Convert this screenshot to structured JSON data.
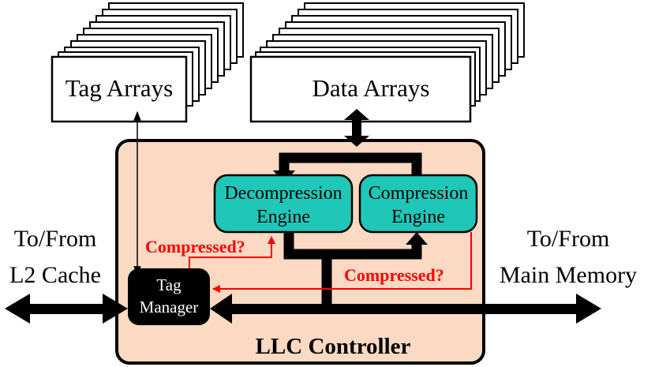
{
  "diagram": {
    "tag_arrays_label": "Tag Arrays",
    "data_arrays_label": "Data Arrays",
    "decompression_engine_label": [
      "Decompression",
      "Engine"
    ],
    "compression_engine_label": [
      "Compression",
      "Engine"
    ],
    "tag_manager_label": [
      "Tag",
      "Manager"
    ],
    "llc_controller_label": "LLC Controller",
    "left_port_label": [
      "To/From",
      "L2 Cache"
    ],
    "right_port_label": [
      "To/From",
      "Main Memory"
    ],
    "compressed_query_left": "Compressed?",
    "compressed_query_right": "Compressed?"
  },
  "colors": {
    "controller_fill": "#fcd9c2",
    "engine_fill": "#1fc7b8",
    "tag_manager_fill": "#000000",
    "query_red": "#ff0000",
    "bus_black": "#000000"
  }
}
